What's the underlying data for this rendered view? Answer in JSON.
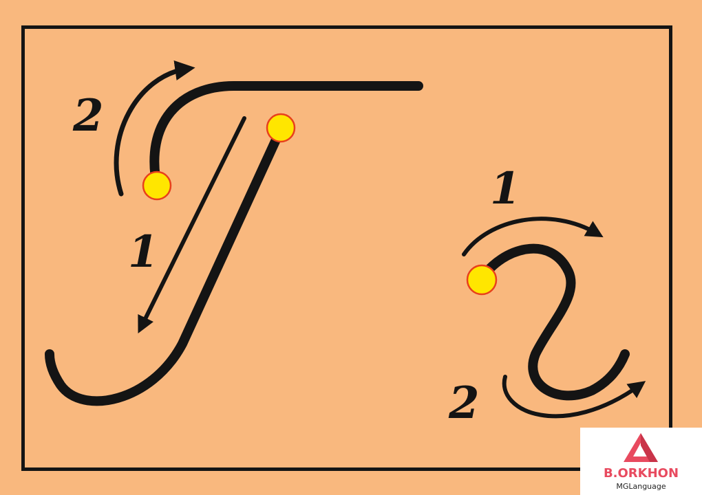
{
  "letter_left": {
    "stroke_numbers": [
      "2",
      "1"
    ]
  },
  "letter_right": {
    "stroke_numbers": [
      "1",
      "2"
    ]
  },
  "logo": {
    "title": "B.ORKHON",
    "subtitle": "MGLanguage"
  },
  "colors": {
    "background": "#f9b87e",
    "ink": "#141414",
    "start_dot": "#ffe600",
    "start_dot_ring": "#e8401c",
    "logo_accent": "#e84a5f"
  }
}
